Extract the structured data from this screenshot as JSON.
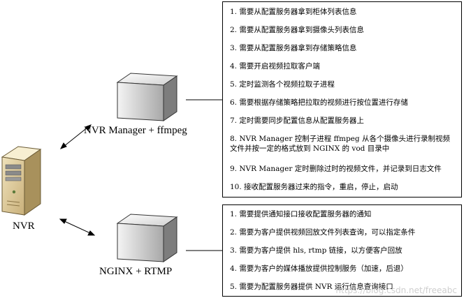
{
  "nodes": {
    "nvr": "NVR",
    "manager": "NVR Manager + ffmpeg",
    "nginx": "NGINX + RTMP"
  },
  "manager_tasks": [
    "1. 需要从配置服务器拿到柜体列表信息",
    "2. 需要从配置服务器拿到摄像头列表信息",
    "3. 需要从配置服务器拿到存储策略信息",
    "4. 需要开启视频拉取客户端",
    "5. 定时监测各个视频拉取子进程",
    "6. 需要根据存储策略把拉取的视频进行按位置进行存储",
    "7. 定时需要同步配置信息从配置服务器上",
    "8. NVR Manager 控制子进程 ffmpeg 从各个摄像头进行录制视频文件并按一定的格式放到 NGINX 的 vod 目录中",
    "9. NVR Manager 定时删除过时的视频文件，并记录到日志文件",
    "10. 接收配置服务器过来的指令，重启，停止，启动"
  ],
  "nginx_tasks": [
    "1. 需要提供通知接口接收配置服务器的通知",
    "2. 需要为客户提供视频回放文件列表查询，可以指定条件",
    "3. 需要为客户提供 hls, rtmp 链接，以方便客户回放",
    "4. 需要为客户的媒体播放提供控制服务（加速，后退）",
    "5. 需要为配置服务器提供 NVR 运行信息查询接口"
  ],
  "watermark": "https://blog.csdn.net/freeabc"
}
